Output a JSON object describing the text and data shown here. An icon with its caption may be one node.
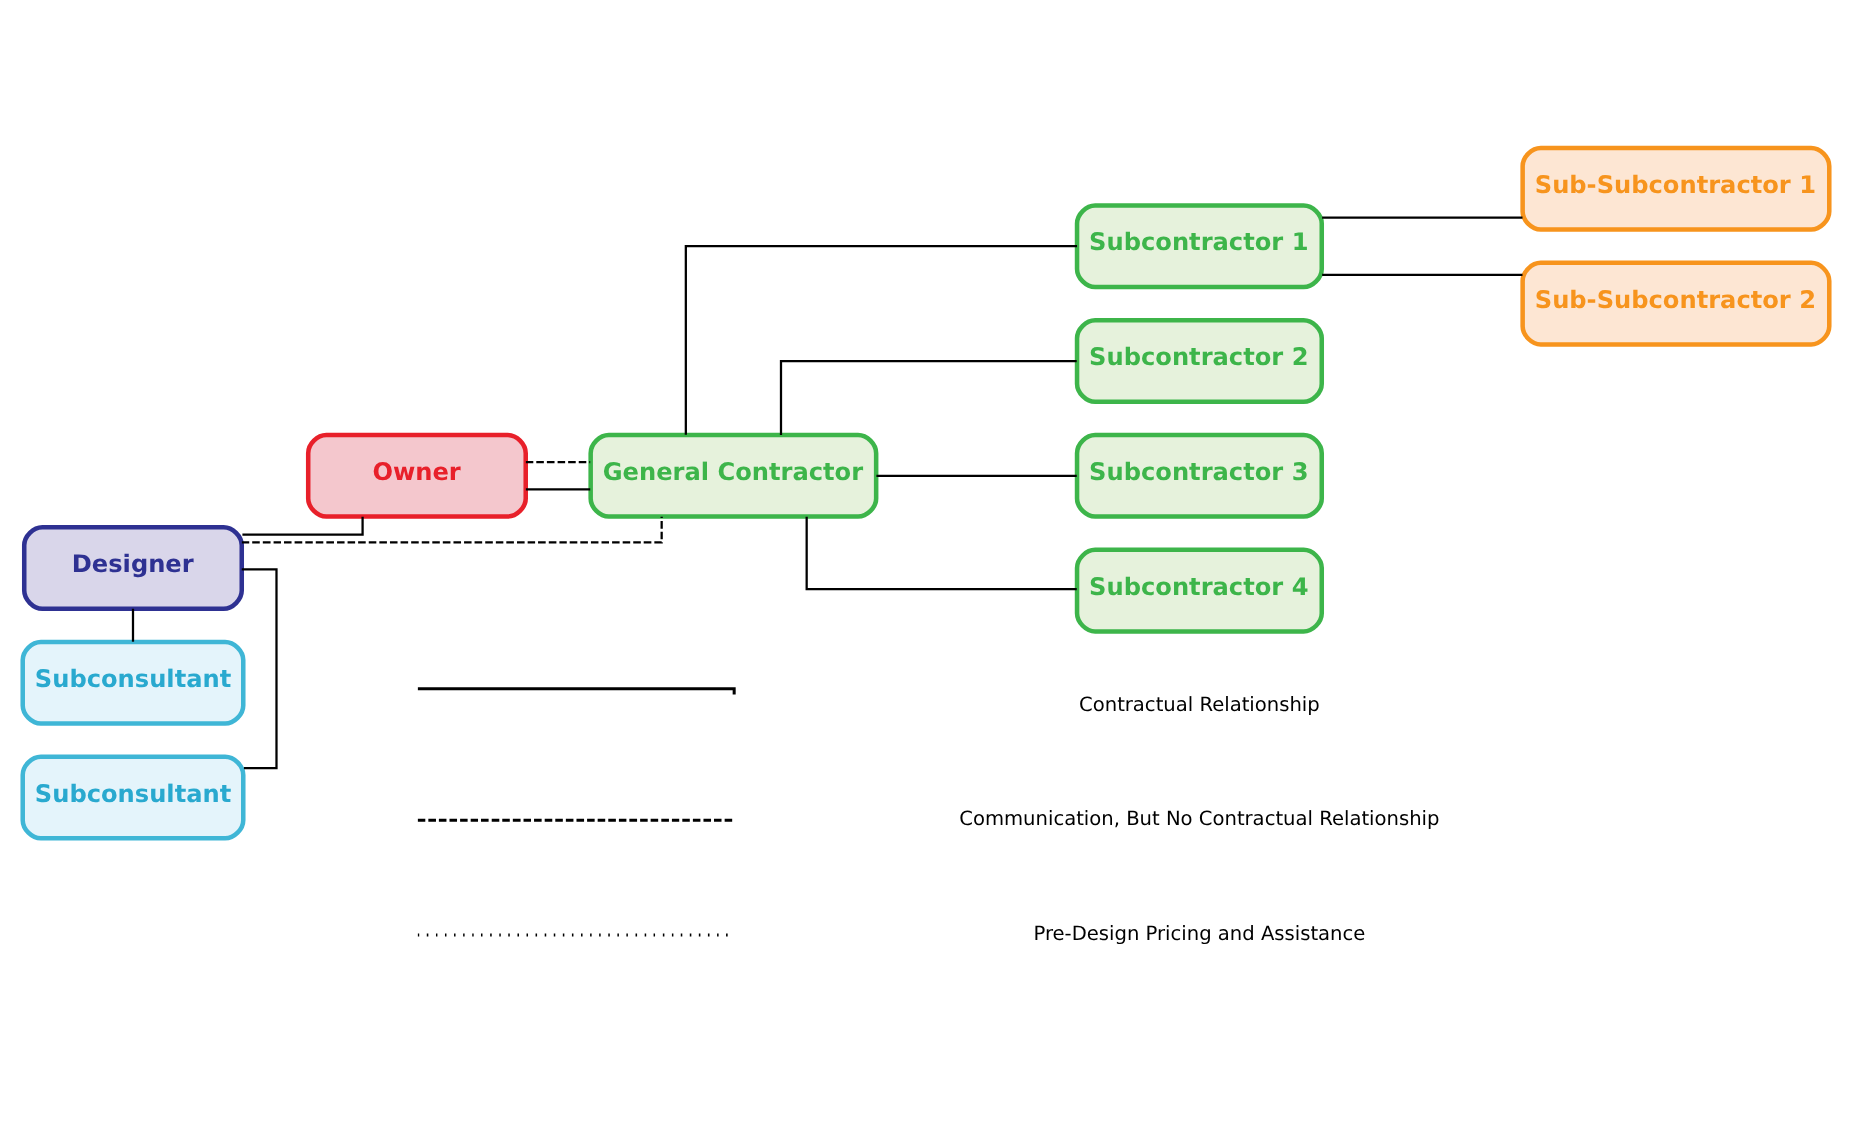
{
  "diagram": {
    "nodes": [
      {
        "text": [
          "Designer"
        ]
      },
      {
        "text": [
          "Owner"
        ]
      },
      {
        "text": [
          "Subconsultant"
        ]
      },
      {
        "text": [
          "Subconsultant"
        ]
      },
      {
        "text": [
          "General Contractor"
        ]
      },
      {
        "text": [
          "Subcontractor 1"
        ]
      },
      {
        "text": [
          "Subcontractor 2"
        ]
      },
      {
        "text": [
          "Subcontractor 3"
        ]
      },
      {
        "text": [
          "Subcontractor 4"
        ]
      },
      {
        "text": [
          "Sub-Subcontractor 1"
        ]
      },
      {
        "text": [
          "Sub-Subcontractor 2"
        ]
      }
    ],
    "edges": [
      {
        "from": 0,
        "to": 1,
        "arrow": "none"
      },
      {
        "from": 0,
        "to": 2,
        "arrow": "none"
      },
      {
        "from": 0,
        "to": 3,
        "arrow": "none"
      },
      {
        "from": 0,
        "to": 4,
        "arrow": "none",
        "style": "dashed"
      },
      {
        "from": 1,
        "to": 4,
        "arrow": "none"
      },
      {
        "from": 1,
        "to": 4,
        "arrow": "none",
        "style": "dashed"
      },
      {
        "from": 4,
        "to": 5,
        "arrow": "none"
      },
      {
        "from": 4,
        "to": 6,
        "arrow": "none"
      },
      {
        "from": 4,
        "to": 7,
        "arrow": "none"
      },
      {
        "from": 4,
        "to": 8,
        "arrow": "none"
      },
      {
        "from": 5,
        "to": 9,
        "arrow": "none"
      },
      {
        "from": 5,
        "to": 10,
        "arrow": "none"
      }
    ],
    "legend": [
      {
        "text": "Contractual Relationship"
      },
      {
        "text": "Communication, But No Contractual Relationship"
      },
      {
        "text": "Pre-Design Pricing and Assistance"
      }
    ]
  }
}
